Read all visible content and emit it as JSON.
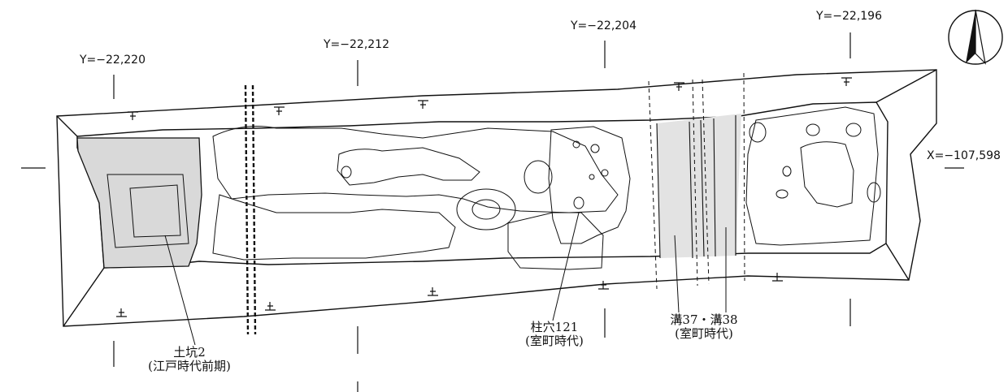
{
  "coords": {
    "y1": "Y=−22,220",
    "y2": "Y=−22,212",
    "y3": "Y=−22,204",
    "y4": "Y=−22,196",
    "x1": "X=−107,598"
  },
  "features": {
    "pit2": {
      "name": "土坑2",
      "period": "(江戸時代前期)"
    },
    "posthole121": {
      "name": "柱穴121",
      "period": "(室町時代)"
    },
    "ditches": {
      "name": "溝37・溝38",
      "period": "(室町時代)"
    }
  },
  "colors": {
    "line": "#111111",
    "shade": "#d9d9d9",
    "background": "#ffffff"
  },
  "icons": {
    "north": "north-arrow-icon",
    "slope": "slope-hachure-icon"
  }
}
